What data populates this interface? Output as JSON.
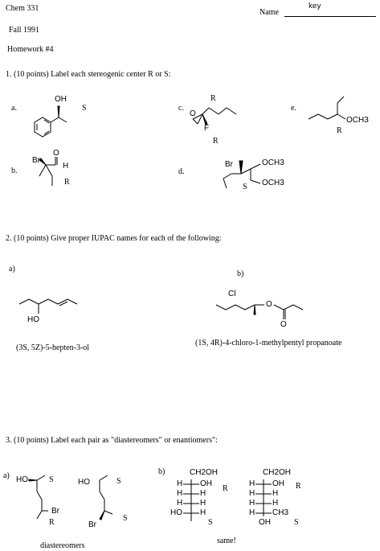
{
  "header": {
    "course": "Chem 331",
    "term": "Fall 1991",
    "assignment": "Homework #4",
    "name_label": "Name",
    "name_value": "key"
  },
  "q1": {
    "prompt": "1. (10 points) Label each stereogenic center R or S:",
    "a": {
      "label": "a.",
      "oh": "OH",
      "answer": "S"
    },
    "b": {
      "label": "b.",
      "br": "Br",
      "o": "O",
      "h": "H",
      "answer": "R"
    },
    "c": {
      "label": "c.",
      "o": "O",
      "f": "F",
      "answer_top": "R",
      "answer_bottom": "R"
    },
    "d": {
      "label": "d.",
      "br": "Br",
      "och3_1": "OCH3",
      "och3_2": "OCH3",
      "answer": "S"
    },
    "e": {
      "label": "e.",
      "och3": "OCH3",
      "answer": "R"
    }
  },
  "q2": {
    "prompt": "2. (10 points) Give proper IUPAC names for each of the following:",
    "a": {
      "label": "a)",
      "ho": "HO",
      "answer": "(3S, 5Z)-5-hepten-3-ol"
    },
    "b": {
      "label": "b)",
      "cl": "Cl",
      "o1": "O",
      "o2": "O",
      "answer": "(1S, 4R)-4-chloro-1-methylpentyl propanoate"
    }
  },
  "q3": {
    "prompt": "3.  (10 points)  Label each pair as \"diastereomers\" or enantiomers\":",
    "a": {
      "label": "a)",
      "ho1": "HO",
      "s1": "S",
      "br1": "Br",
      "r1": "R",
      "ho2": "HO",
      "s2": "S",
      "br2": "Br",
      "s3": "S",
      "answer": "diastereomers"
    },
    "b": {
      "label": "b)",
      "left": {
        "top": "CH2OH",
        "rows": [
          "H",
          "H",
          "H",
          "HO"
        ],
        "right_rows": [
          "OH",
          "H",
          "H",
          "H"
        ],
        "r": "R",
        "s": "S"
      },
      "right": {
        "top": "CH2OH",
        "rows": [
          "H",
          "H",
          "H",
          "H"
        ],
        "right_rows": [
          "OH",
          "H",
          "H",
          "CH3"
        ],
        "bottom": "OH",
        "r": "R",
        "s": "S"
      },
      "answer": "same!"
    }
  }
}
